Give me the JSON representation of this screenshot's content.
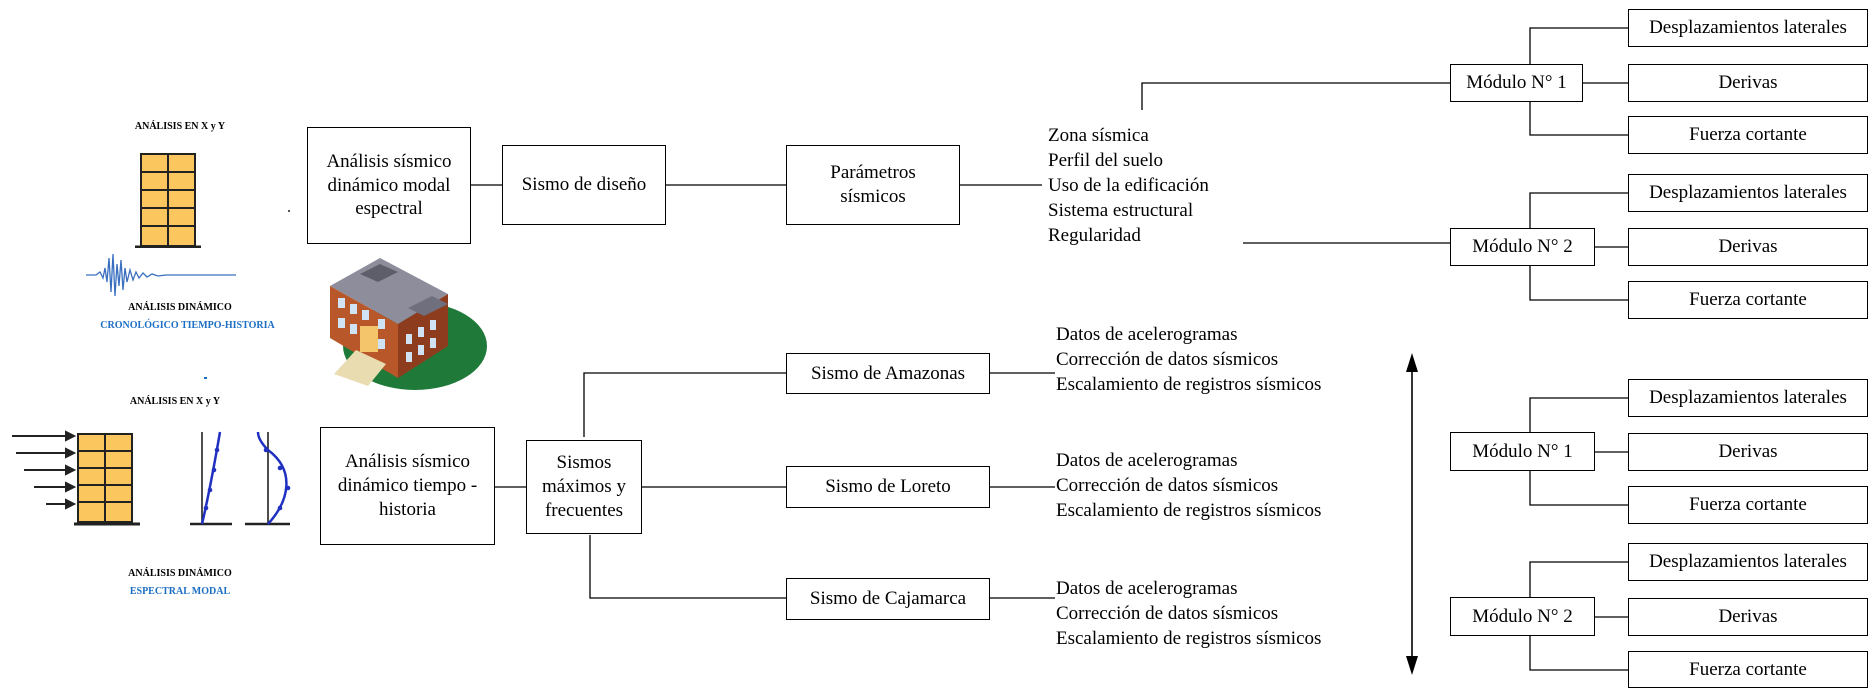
{
  "left_panel": {
    "top": {
      "heading": "ANÁLISIS EN X  y  Y",
      "caption_line1": "ANÁLISIS DINÁMICO",
      "caption_line2": "CRONOLÓGICO TIEMPO-HISTORIA"
    },
    "bottom": {
      "heading": "ANÁLISIS EN X  y  Y",
      "caption_line1": "ANÁLISIS DINÁMICO",
      "caption_line2": "ESPECTRAL MODAL"
    }
  },
  "modal_branch": {
    "method": "Análisis sísmico dinámico modal espectral",
    "design_earthquake": "Sismo de diseño",
    "parameters": "Parámetros sísmicos",
    "parameter_list": [
      "Zona sísmica",
      "Perfil del suelo",
      "Uso de la edificación",
      "Sistema estructural",
      "Regularidad"
    ]
  },
  "time_history_branch": {
    "method": "Análisis sísmico dinámico tiempo - historia",
    "earthquakes": "Sismos máximos y frecuentes",
    "records": [
      {
        "name": "Sismo de Amazonas",
        "steps": [
          "Datos de acelerogramas",
          "Corrección de datos sísmicos",
          "Escalamiento de registros sísmicos"
        ]
      },
      {
        "name": "Sismo de Loreto",
        "steps": [
          "Datos de acelerogramas",
          "Corrección de datos sísmicos",
          "Escalamiento de registros sísmicos"
        ]
      },
      {
        "name": "Sismo de Cajamarca",
        "steps": [
          "Datos de acelerogramas",
          "Corrección de datos sísmicos",
          "Escalamiento de registros sísmicos"
        ]
      }
    ]
  },
  "modules": [
    {
      "label": "Módulo N° 1",
      "outputs": [
        "Desplazamientos laterales",
        "Derivas",
        "Fuerza cortante"
      ]
    },
    {
      "label": "Módulo N° 2",
      "outputs": [
        "Desplazamientos laterales",
        "Derivas",
        "Fuerza cortante"
      ]
    },
    {
      "label": "Módulo N° 1",
      "outputs": [
        "Desplazamientos laterales",
        "Derivas",
        "Fuerza cortante"
      ]
    },
    {
      "label": "Módulo N° 2",
      "outputs": [
        "Desplazamientos laterales",
        "Derivas",
        "Fuerza cortante"
      ]
    }
  ]
}
